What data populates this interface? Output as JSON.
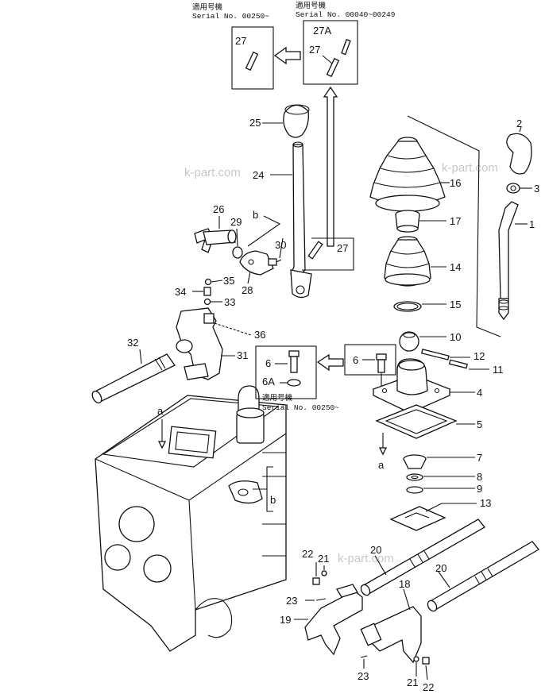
{
  "serial_notes": {
    "top_left": {
      "line1": "適用号機",
      "line2": "Serial No. 00250~"
    },
    "top_right": {
      "line1": "適用号機",
      "line2": "Serial No. 00040~00249"
    },
    "middle": {
      "line1": "適用号機",
      "line2": "Serial No. 00250~"
    }
  },
  "watermark": "k-part.com",
  "callouts": {
    "p1": "1",
    "p2": "2",
    "p3": "3",
    "p4": "4",
    "p5": "5",
    "p6a": "6",
    "p6b": "6",
    "p6A": "6A",
    "p7": "7",
    "p8": "8",
    "p9": "9",
    "p10": "10",
    "p11": "11",
    "p12": "12",
    "p13": "13",
    "p14": "14",
    "p15": "15",
    "p16": "16",
    "p17": "17",
    "p18": "18",
    "p19": "19",
    "p20a": "20",
    "p20b": "20",
    "p21a": "21",
    "p21b": "21",
    "p22a": "22",
    "p22b": "22",
    "p23a": "23",
    "p23b": "23",
    "p24": "24",
    "p25": "25",
    "p26": "26",
    "p27a": "27",
    "p27b": "27",
    "p27c": "27",
    "p27A": "27A",
    "p28": "28",
    "p29": "29",
    "p30": "30",
    "p31": "31",
    "p32": "32",
    "p33": "33",
    "p34": "34",
    "p35": "35",
    "p36": "36",
    "ref_a1": "a",
    "ref_a2": "a",
    "ref_b1": "b",
    "ref_b2": "b"
  }
}
